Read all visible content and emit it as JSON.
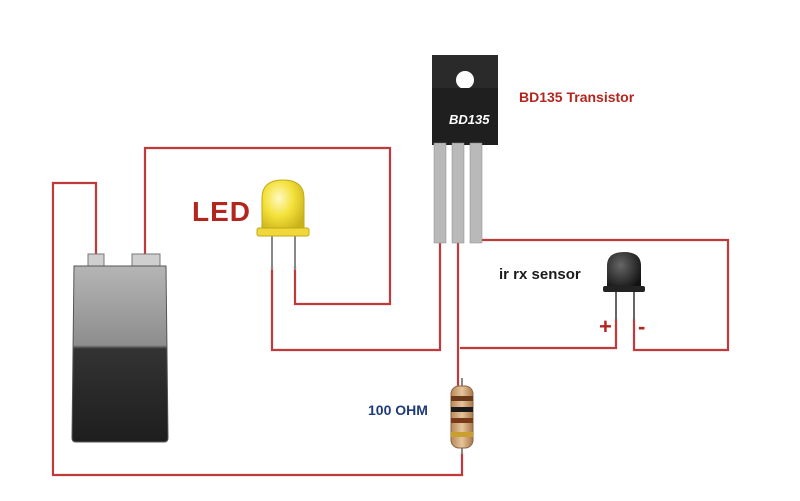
{
  "labels": {
    "transistor": "BD135 Transistor",
    "transistor_marking": "BD135",
    "led": "LED",
    "ir_sensor": "ir rx sensor",
    "resistor": "100 OHM",
    "plus": "+",
    "minus": "-"
  },
  "colors": {
    "wire": "#c0393b",
    "label_red": "#b3261e",
    "label_dark": "#1a1a1a",
    "label_blue": "#1f3b7a",
    "led": "#f4e13a",
    "battery_top": "#9a9a9a",
    "battery_bottom": "#2a2a2a",
    "transistor": "#1f1f1f"
  }
}
